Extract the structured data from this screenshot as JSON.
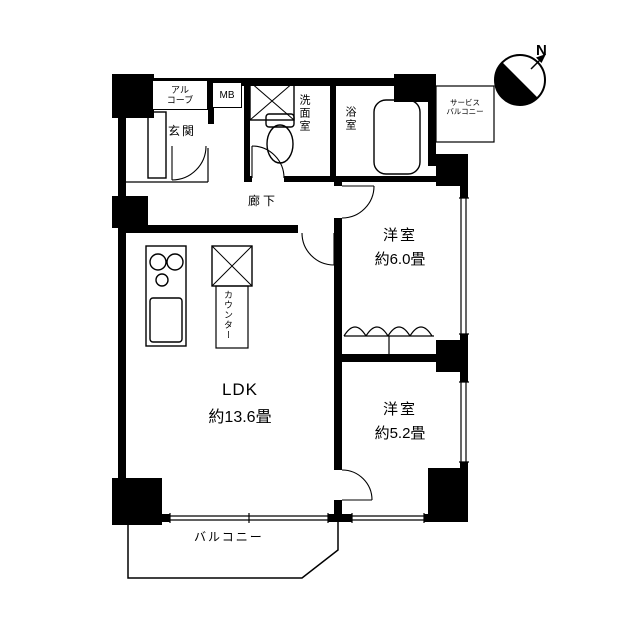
{
  "compass": {
    "north": "N"
  },
  "rooms": {
    "alcove": {
      "line1": "アル",
      "line2": "コーブ"
    },
    "meter_box": "MB",
    "entrance": "玄関",
    "washroom": "洗面室",
    "bathroom": "浴室",
    "service_balcony": {
      "line1": "サービス",
      "line2": "バルコニー"
    },
    "corridor": "廊下",
    "counter": "カウンター",
    "bedroom1": {
      "name": "洋室",
      "size": "約6.0畳"
    },
    "ldk": {
      "name": "LDK",
      "size": "約13.6畳"
    },
    "bedroom2": {
      "name": "洋室",
      "size": "約5.2畳"
    },
    "balcony": "バルコニー"
  },
  "colors": {
    "wall": "#000000",
    "background": "#ffffff",
    "line": "#000000"
  }
}
